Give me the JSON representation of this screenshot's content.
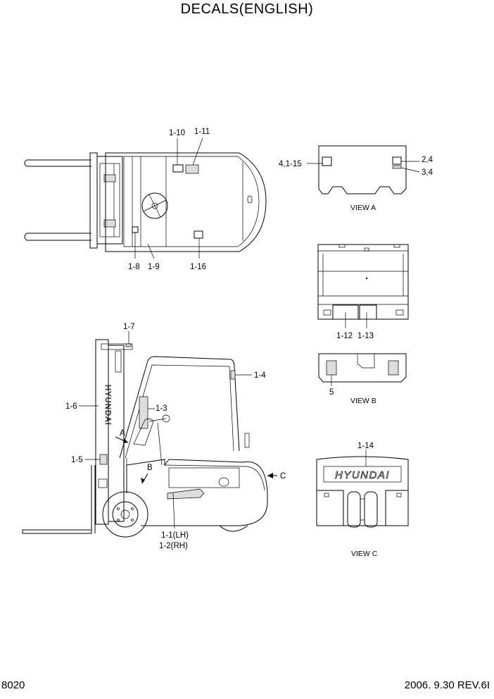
{
  "title": "DECALS(ENGLISH)",
  "page_number": "8020",
  "revision": "2006. 9.30 REV.6I",
  "callouts": {
    "c1_10": "1-10",
    "c1_11": "1-11",
    "c1_8": "1-8",
    "c1_9": "1-9",
    "c1_16": "1-16",
    "c4_1_15": "4,1-15",
    "c2_4": "2,4",
    "c3_4": "3,4",
    "c1_12": "1-12",
    "c1_13": "1-13",
    "c5": "5",
    "c1_7": "1-7",
    "c1_4": "1-4",
    "c1_6": "1-6",
    "c1_3": "1-3",
    "c1_5": "1-5",
    "cA": "A",
    "cB": "B",
    "cC": "C",
    "c1_1": "1-1(LH)",
    "c1_2": "1-2(RH)",
    "c1_14": "1-14"
  },
  "views": {
    "view_a": "VIEW A",
    "view_b": "VIEW B",
    "view_c": "VIEW C"
  },
  "brand_mark": "HYUNDAI"
}
